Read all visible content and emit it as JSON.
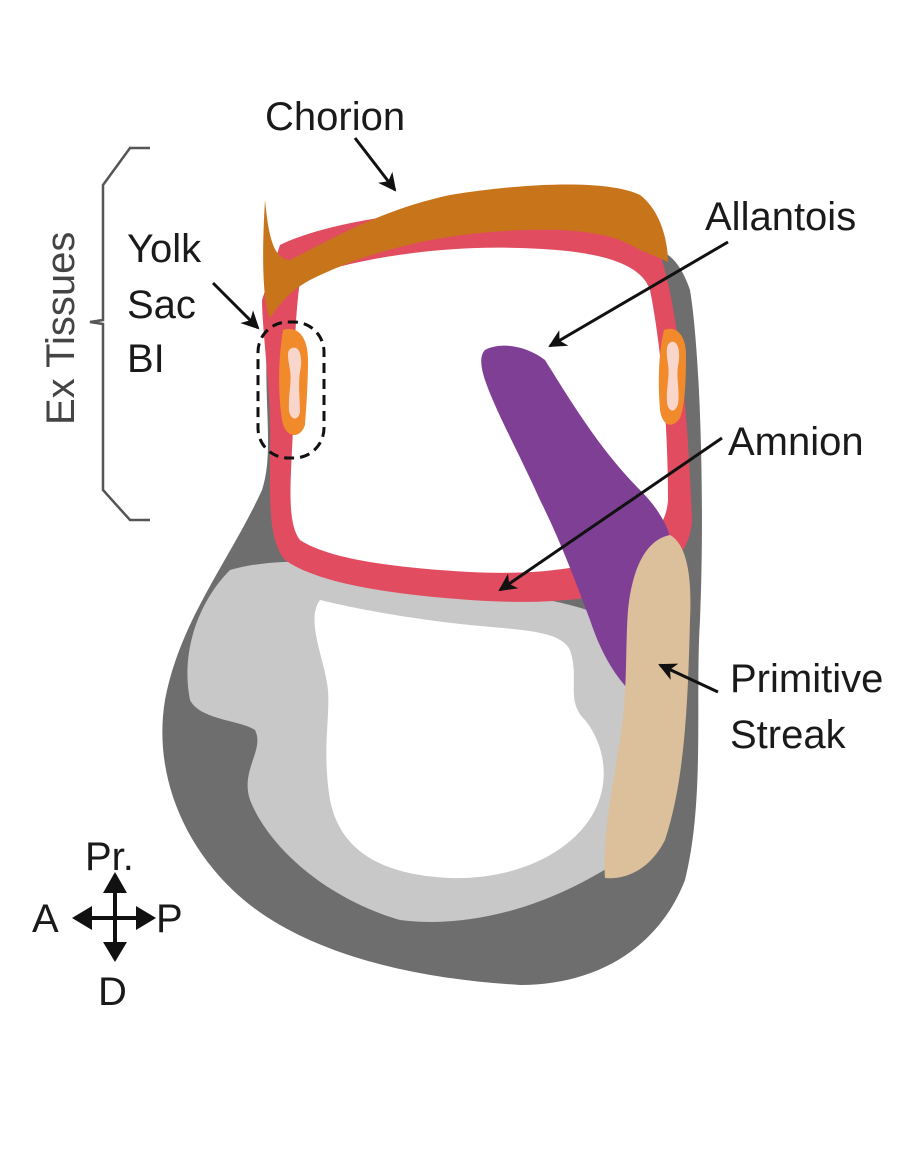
{
  "labels": {
    "chorion": "Chorion",
    "allantois": "Allantois",
    "amnion": "Amnion",
    "primitive_streak_line1": "Primitive",
    "primitive_streak_line2": "Streak",
    "yolk": "Yolk",
    "sac": "Sac",
    "bi": "BI",
    "ex_tissues": "Ex Tissues"
  },
  "compass": {
    "proximal": "Pr.",
    "anterior": "A",
    "posterior": "P",
    "distal": "D"
  },
  "colors": {
    "chorion": "#c8741a",
    "amnion": "#e24c60",
    "allantois": "#7f3f95",
    "primitive_streak": "#dcbf9b",
    "outer_layer": "#6e6e6e",
    "inner_layer": "#c8c8c8",
    "blood_island_outer": "#f08a2a",
    "blood_island_inner": "#f8d6cc"
  }
}
